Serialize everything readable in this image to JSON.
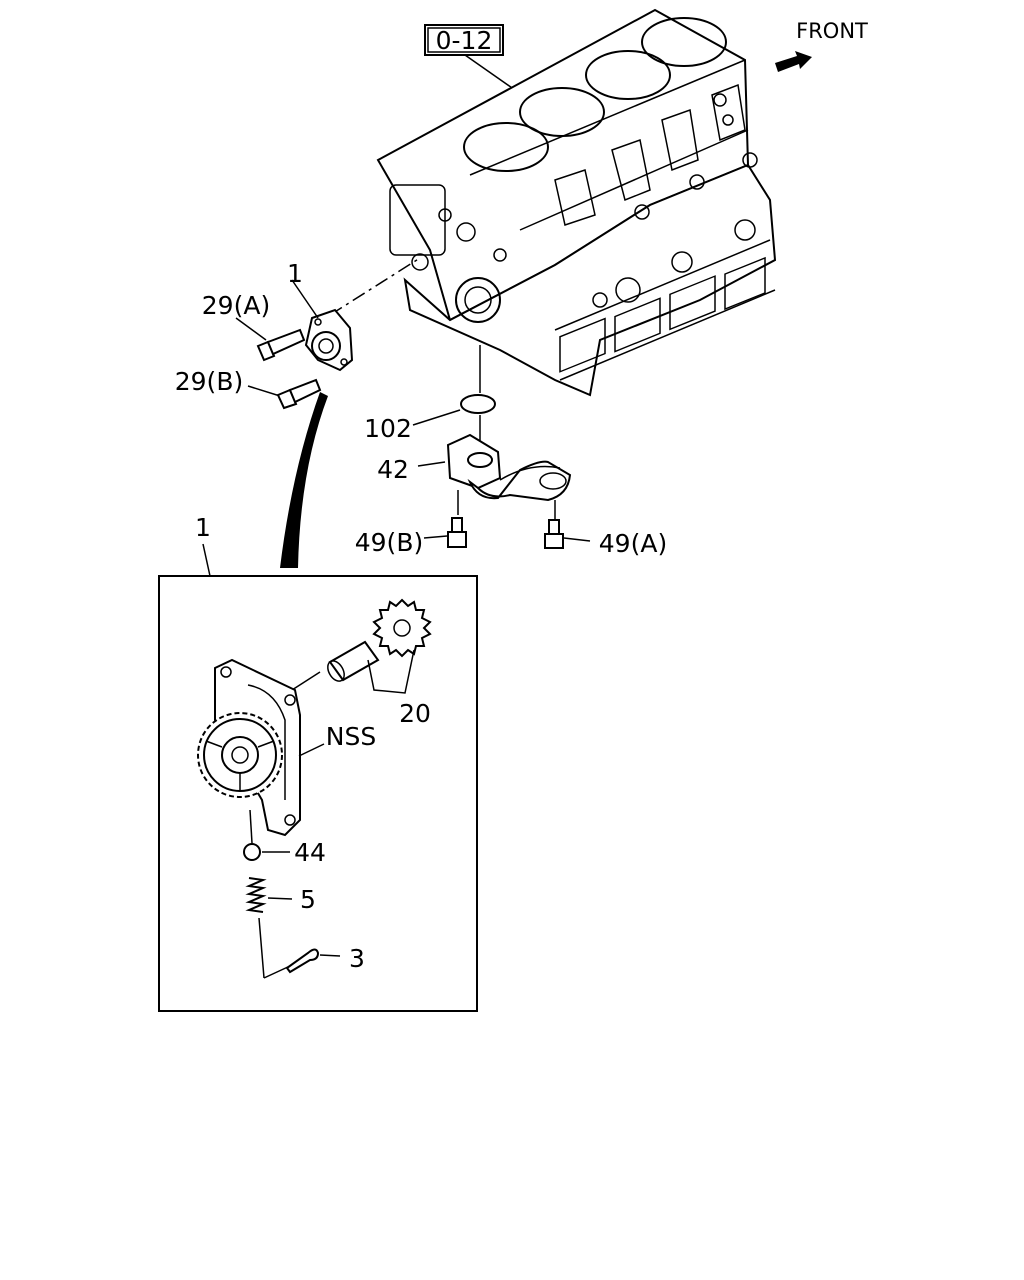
{
  "reference_box": "0-12",
  "front_label": "FRONT",
  "callouts": {
    "pump_top": "1",
    "bolt_29a": "29(A)",
    "bolt_29b": "29(B)",
    "oring_102": "102",
    "strainer_42": "42",
    "bolt_49b": "49(B)",
    "bolt_49a": "49(A)",
    "pump_detail": "1",
    "shaft_gear_20": "20",
    "housing_nss": "NSS",
    "ball_44": "44",
    "spring_5": "5",
    "pin_3": "3"
  }
}
